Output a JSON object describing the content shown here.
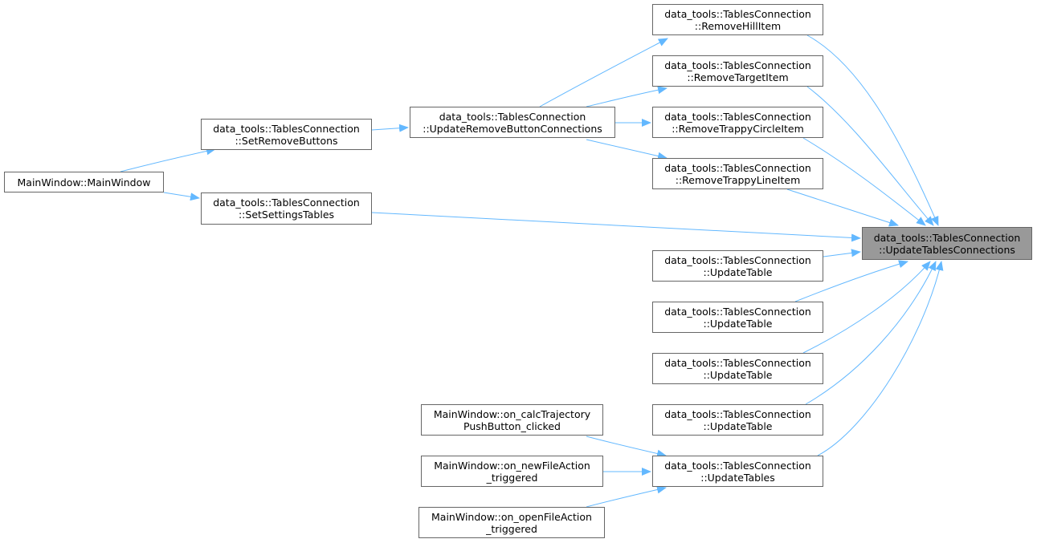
{
  "colors": {
    "edge": "#63b8ff",
    "border": "#666666",
    "root_fill": "#999999",
    "node_fill": "#ffffff"
  },
  "nodes": {
    "root": {
      "line1": "data_tools::TablesConnection",
      "line2": "::UpdateTablesConnections"
    },
    "remove_hill": {
      "line1": "data_tools::TablesConnection",
      "line2": "::RemoveHillItem"
    },
    "remove_target": {
      "line1": "data_tools::TablesConnection",
      "line2": "::RemoveTargetItem"
    },
    "remove_circle": {
      "line1": "data_tools::TablesConnection",
      "line2": "::RemoveTrappyCircleItem"
    },
    "remove_line": {
      "line1": "data_tools::TablesConnection",
      "line2": "::RemoveTrappyLineItem"
    },
    "update_table_1": {
      "line1": "data_tools::TablesConnection",
      "line2": "::UpdateTable"
    },
    "update_table_2": {
      "line1": "data_tools::TablesConnection",
      "line2": "::UpdateTable"
    },
    "update_table_3": {
      "line1": "data_tools::TablesConnection",
      "line2": "::UpdateTable"
    },
    "update_table_4": {
      "line1": "data_tools::TablesConnection",
      "line2": "::UpdateTable"
    },
    "update_tables": {
      "line1": "data_tools::TablesConnection",
      "line2": "::UpdateTables"
    },
    "update_remove_btn": {
      "line1": "data_tools::TablesConnection",
      "line2": "::UpdateRemoveButtonConnections"
    },
    "set_remove_btns": {
      "line1": "data_tools::TablesConnection",
      "line2": "::SetRemoveButtons"
    },
    "set_settings": {
      "line1": "data_tools::TablesConnection",
      "line2": "::SetSettingsTables"
    },
    "main_window": {
      "line1": "MainWindow::MainWindow"
    },
    "calc_trajectory": {
      "line1": "MainWindow::on_calcTrajectory",
      "line2": "PushButton_clicked"
    },
    "new_file": {
      "line1": "MainWindow::on_newFileAction",
      "line2": "_triggered"
    },
    "open_file": {
      "line1": "MainWindow::on_openFileAction",
      "line2": "_triggered"
    }
  }
}
